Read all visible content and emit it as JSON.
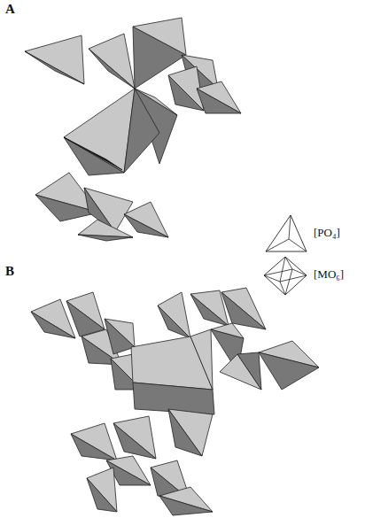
{
  "diagram": {
    "labels": [
      "A",
      "B"
    ],
    "legend": [
      {
        "text": "[PO₄]"
      },
      {
        "text": "[MO₆]"
      }
    ]
  }
}
